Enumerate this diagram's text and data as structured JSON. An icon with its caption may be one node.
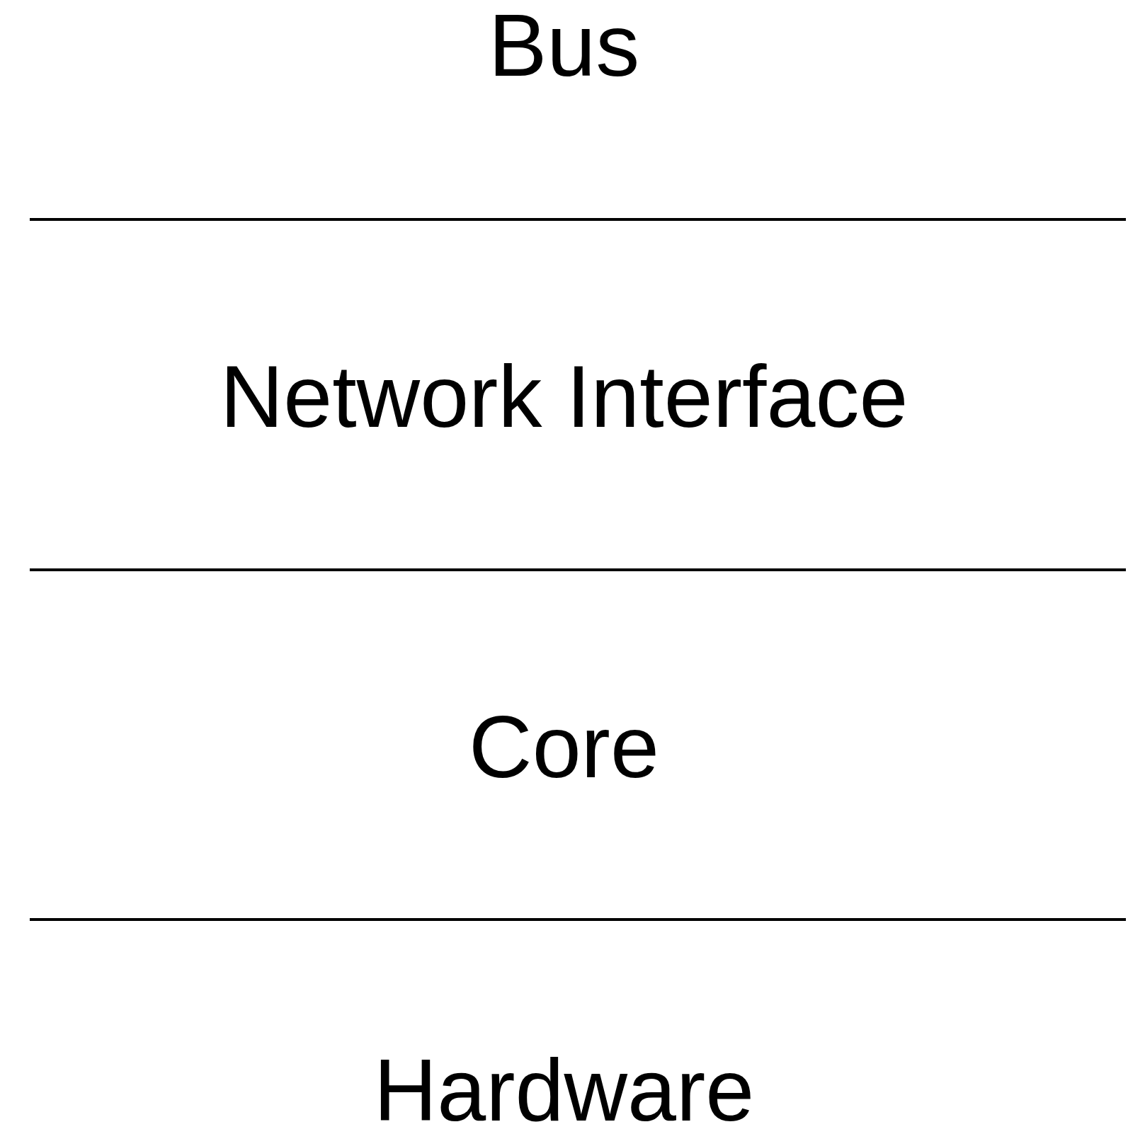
{
  "diagram": {
    "labels": [
      "Bus",
      "Network Interface",
      "Core",
      "Hardware"
    ]
  }
}
